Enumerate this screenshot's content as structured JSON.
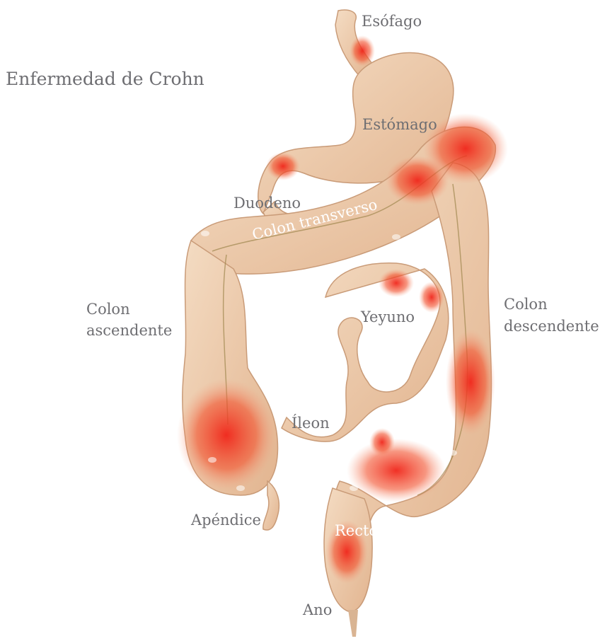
{
  "title": "Enfermedad de Crohn",
  "labels": {
    "esofago": "Esófago",
    "estomago": "Estómago",
    "duodeno": "Duodeno",
    "colon_transverso": "Colon transverso",
    "colon_ascendente_1": "Colon",
    "colon_ascendente_2": "ascendente",
    "colon_descendente_1": "Colon",
    "colon_descendente_2": "descendente",
    "yeyuno": "Yeyuno",
    "ileon": "Íleon",
    "apendice": "Apéndice",
    "recto": "Recto",
    "ano": "Ano"
  },
  "colors": {
    "tissue": "#ecc9a9",
    "inflamed": "#ee3b24",
    "label": "#6e6e72"
  }
}
